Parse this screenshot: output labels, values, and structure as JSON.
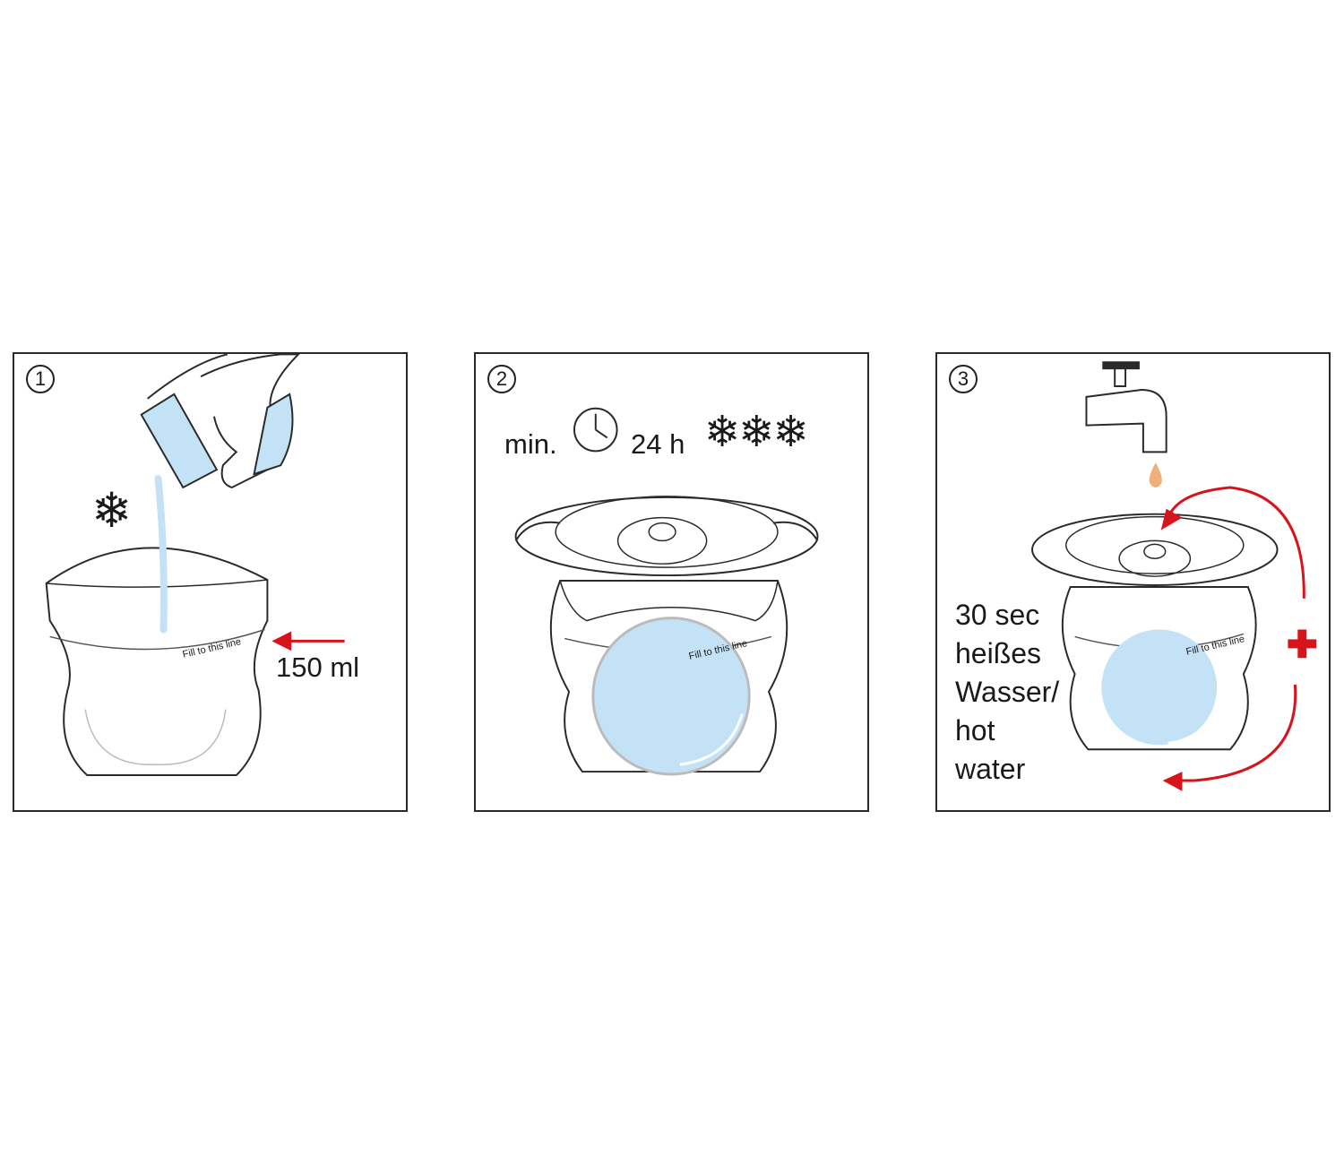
{
  "steps": [
    {
      "number": "1",
      "amount_label": "150 ml",
      "fill_line": "Fill to this line",
      "freeze_symbol": "❄"
    },
    {
      "number": "2",
      "min_label": "min.",
      "duration_label": "24 h",
      "freeze_symbol": "❄❄❄",
      "fill_line": "Fill to this line"
    },
    {
      "number": "3",
      "fill_line": "Fill to this line",
      "hot_water_lines": [
        "30 sec",
        "heißes",
        "Wasser/",
        "hot",
        "water"
      ]
    }
  ],
  "icons": [
    "hand-pouring-icon",
    "measuring-cup-icon",
    "snowflake-icon",
    "clock-icon",
    "faucet-icon",
    "water-drop-icon",
    "plus-icon",
    "arrow-icon",
    "ice-ball-mould-icon"
  ],
  "colors": {
    "water": "#c4e2f6",
    "arrow": "#d7131b",
    "drop": "#f0b07a",
    "outline": "#2a2a2a"
  }
}
